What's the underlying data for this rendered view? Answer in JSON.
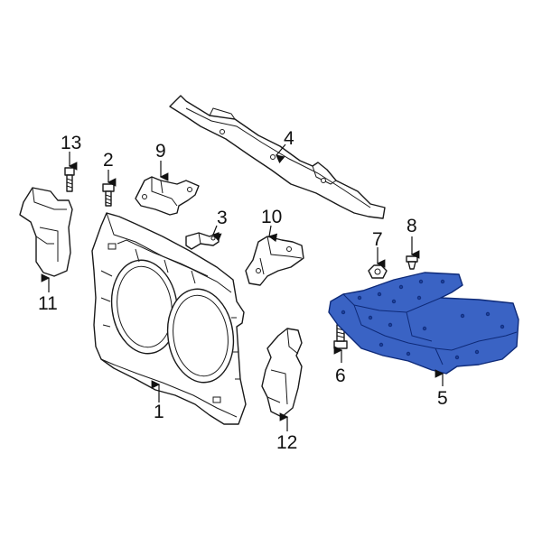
{
  "diagram": {
    "highlight_color": "#3a63c4",
    "highlight_stroke": "#0e2a78",
    "highlighted_part": "5",
    "callouts": [
      {
        "id": "c1",
        "label": "1"
      },
      {
        "id": "c2",
        "label": "2"
      },
      {
        "id": "c3",
        "label": "3"
      },
      {
        "id": "c4",
        "label": "4"
      },
      {
        "id": "c5",
        "label": "5"
      },
      {
        "id": "c6",
        "label": "6"
      },
      {
        "id": "c7",
        "label": "7"
      },
      {
        "id": "c8",
        "label": "8"
      },
      {
        "id": "c9",
        "label": "9"
      },
      {
        "id": "c10",
        "label": "10"
      },
      {
        "id": "c11",
        "label": "11"
      },
      {
        "id": "c12",
        "label": "12"
      },
      {
        "id": "c13",
        "label": "13"
      }
    ]
  }
}
